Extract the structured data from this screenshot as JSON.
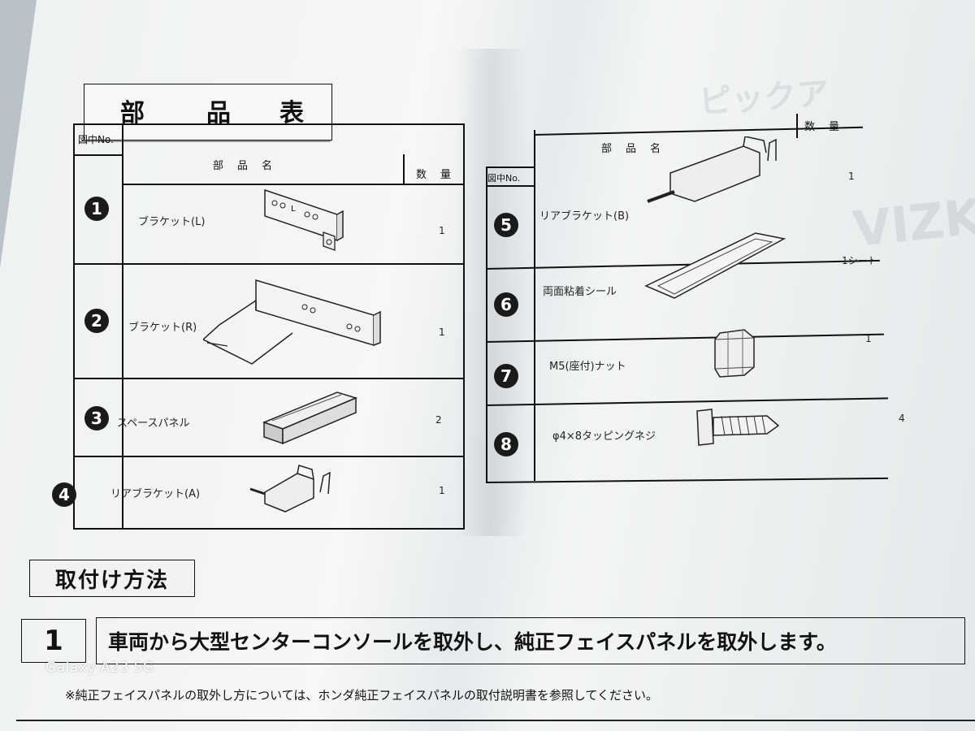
{
  "title": {
    "c1": "部",
    "c2": "品",
    "c3": "表"
  },
  "left_table": {
    "col_no": "図中No.",
    "col_name": "部　品　名",
    "col_qty": "数　量",
    "rows": [
      {
        "no": "1",
        "name": "ブラケット(L)",
        "qty": "1"
      },
      {
        "no": "2",
        "name": "ブラケット(R)",
        "qty": "1"
      },
      {
        "no": "3",
        "name": "スペースパネル",
        "qty": "2"
      },
      {
        "no": "4",
        "name": "リアブラケット(A)",
        "qty": "1"
      }
    ]
  },
  "right_table": {
    "col_no": "図中No.",
    "col_name": "部　品　名",
    "col_qty": "数　量",
    "rows": [
      {
        "no": "5",
        "name": "リアブラケット(B)",
        "qty": "1"
      },
      {
        "no": "6",
        "name": "両面粘着シール",
        "qty": "1シート"
      },
      {
        "no": "7",
        "name": "M5(座付)ナット",
        "qty": "1"
      },
      {
        "no": "8",
        "name": "φ4×8タッピングネジ",
        "qty": "4"
      }
    ]
  },
  "section": {
    "heading": "取付け方法"
  },
  "step1": {
    "number": "1",
    "text": "車両から大型センターコンソールを取外し、純正フェイスパネルを取外します。",
    "note": "※純正フェイスパネルの取外し方については、ホンダ純正フェイスパネルの取付説明書を参照してください。"
  },
  "watermark": "Galaxy A23 5G"
}
